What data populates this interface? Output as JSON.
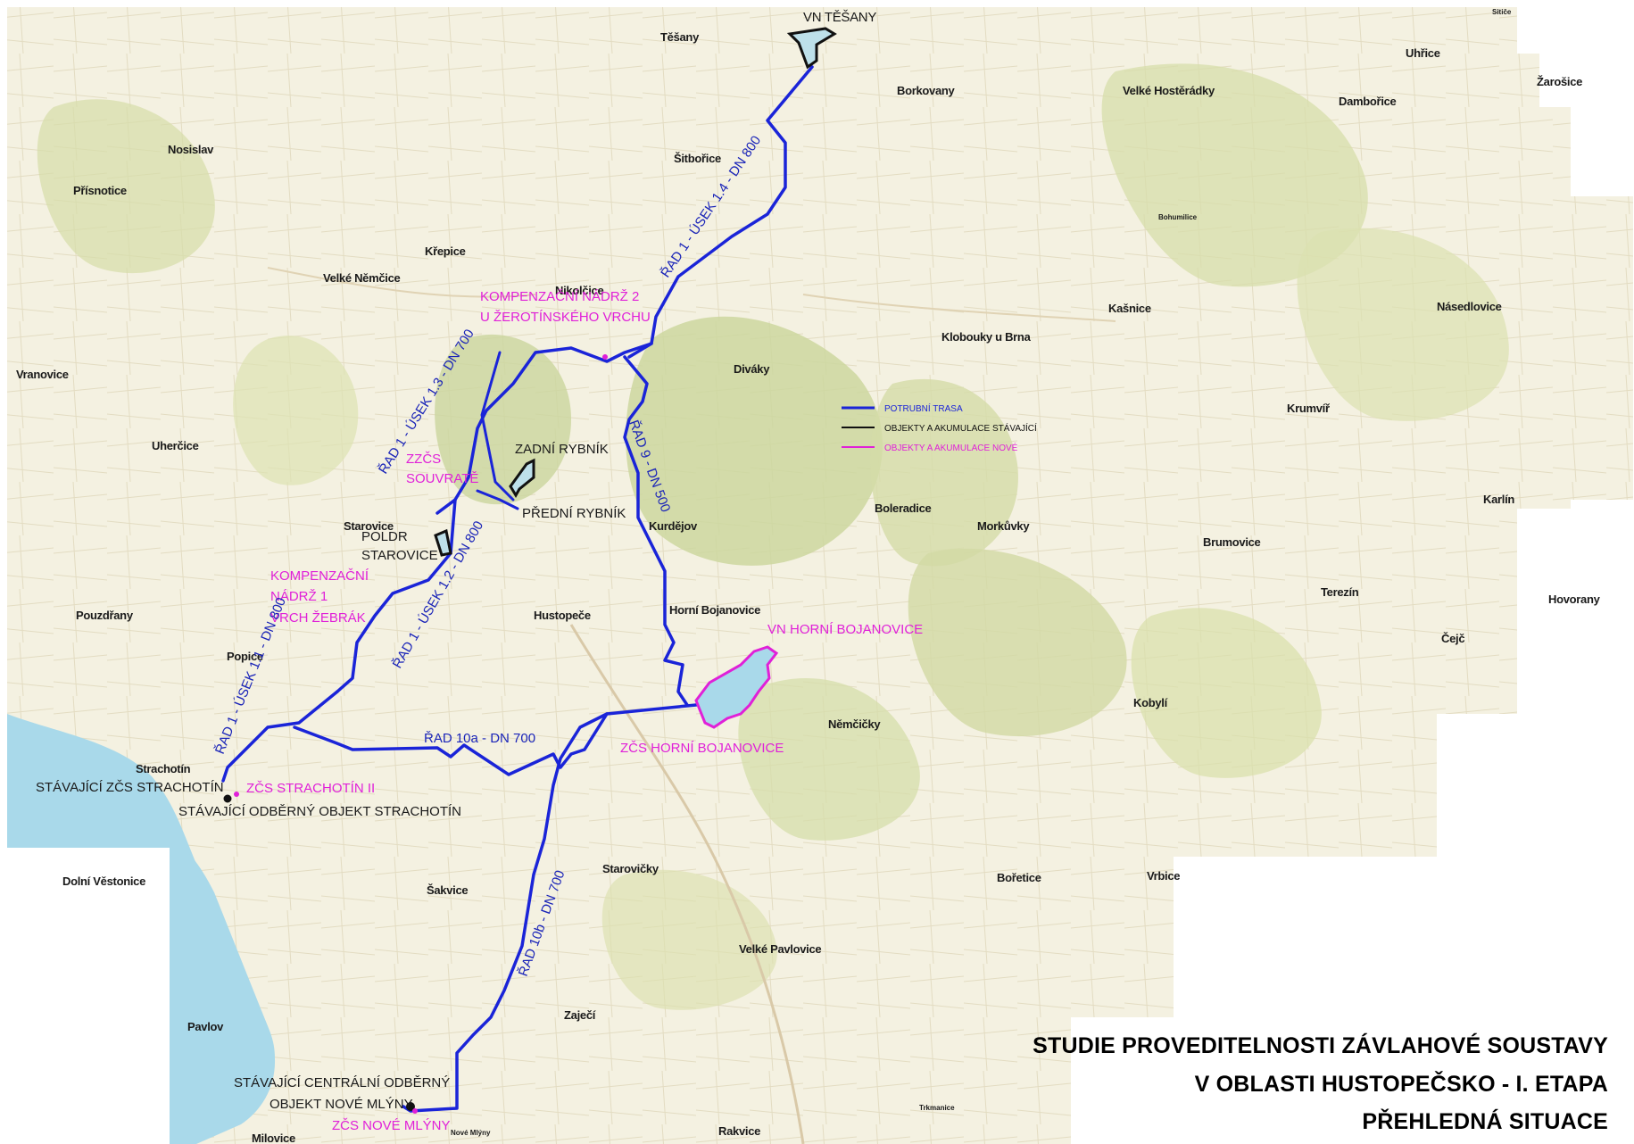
{
  "towns": [
    "VN TĚŠANY",
    "Těšany",
    "Borkovany",
    "Velké Hostěrádky",
    "Uhřice",
    "Žarošice",
    "Dambořice",
    "Šitbořice",
    "Nosislav",
    "Přísnotice",
    "Bohumilice",
    "Křepice",
    "Velké Němčice",
    "Nikolčice",
    "Kašnice",
    "Násedlovice",
    "Klobouky u Brna",
    "Diváky",
    "Vranovice",
    "Krumvíř",
    "Uherčice",
    "Boleradice",
    "Morkůvky",
    "Kurdějov",
    "Karlín",
    "Starovice",
    "Brumovice",
    "Horní Bojanovice",
    "Terezín",
    "Hovorany",
    "Pouzdřany",
    "Hustopeče",
    "Čejč",
    "Popice",
    "Němčičky",
    "Kobylí",
    "Strachotín",
    "Dolní Věstonice",
    "Šakvice",
    "Starovičky",
    "Bořetice",
    "Vrbice",
    "Velké Pavlovice",
    "Pavlov",
    "Zaječí",
    "Milovice",
    "Nové Mlýny",
    "Rakvice",
    "Sitiče",
    "Trkmanice"
  ],
  "objects_existing": [
    "ZADNÍ RYBNÍK",
    "PŘEDNÍ RYBNÍK",
    "POLDR",
    "STAROVICE",
    "STÁVAJÍCÍ ZČS STRACHOTÍN",
    "STÁVAJÍCÍ ODBĚRNÝ OBJEKT STRACHOTÍN",
    "STÁVAJÍCÍ CENTRÁLNÍ ODBĚRNÝ",
    "OBJEKT NOVÉ MLÝNY"
  ],
  "objects_new": [
    "KOMPENZAČNÍ NÁDRŽ 2",
    "U ŽEROTÍNSKÉHO VRCHU",
    "ZZČS",
    "SOUVRATĚ",
    "KOMPENZAČNÍ",
    "NÁDRŽ 1",
    "VRCH ŽEBRÁK",
    "VN HORNÍ BOJANOVICE",
    "ZČS HORNÍ BOJANOVICE",
    "ZČS STRACHOTÍN II",
    "ZČS NOVÉ MLÝNY"
  ],
  "routes": [
    "ŘAD 1 - ÚSEK 1.4 - DN 800",
    "ŘAD 1 - ÚSEK 1.3 - DN 700",
    "ŘAD 9 - DN 500",
    "ŘAD 1 - ÚSEK 1.2 - DN 800",
    "ŘAD 1 - ÚSEK 1.1 - DN 800",
    "ŘAD 10a - DN 700",
    "ŘAD 10b - DN 700"
  ],
  "legend": {
    "items": [
      {
        "label": "POTRUBNÍ TRASA",
        "color": "#1a24d8"
      },
      {
        "label": "OBJEKTY A AKUMULACE STÁVAJÍCÍ",
        "color": "#111111"
      },
      {
        "label": "OBJEKTY A AKUMULACE NOVÉ",
        "color": "#e020d8"
      }
    ]
  },
  "title_lines": [
    "STUDIE PROVEDITELNOSTI ZÁVLAHOVÉ SOUSTAVY",
    "V OBLASTI HUSTOPEČSKO - I. ETAPA",
    "PŘEHLEDNÁ SITUACE"
  ],
  "colors": {
    "pipeline": "#1a24d8",
    "existing": "#111111",
    "new": "#e020d8",
    "water": "#a8d8ea",
    "forest": "#c8d49a",
    "field": "#f3efd9"
  }
}
